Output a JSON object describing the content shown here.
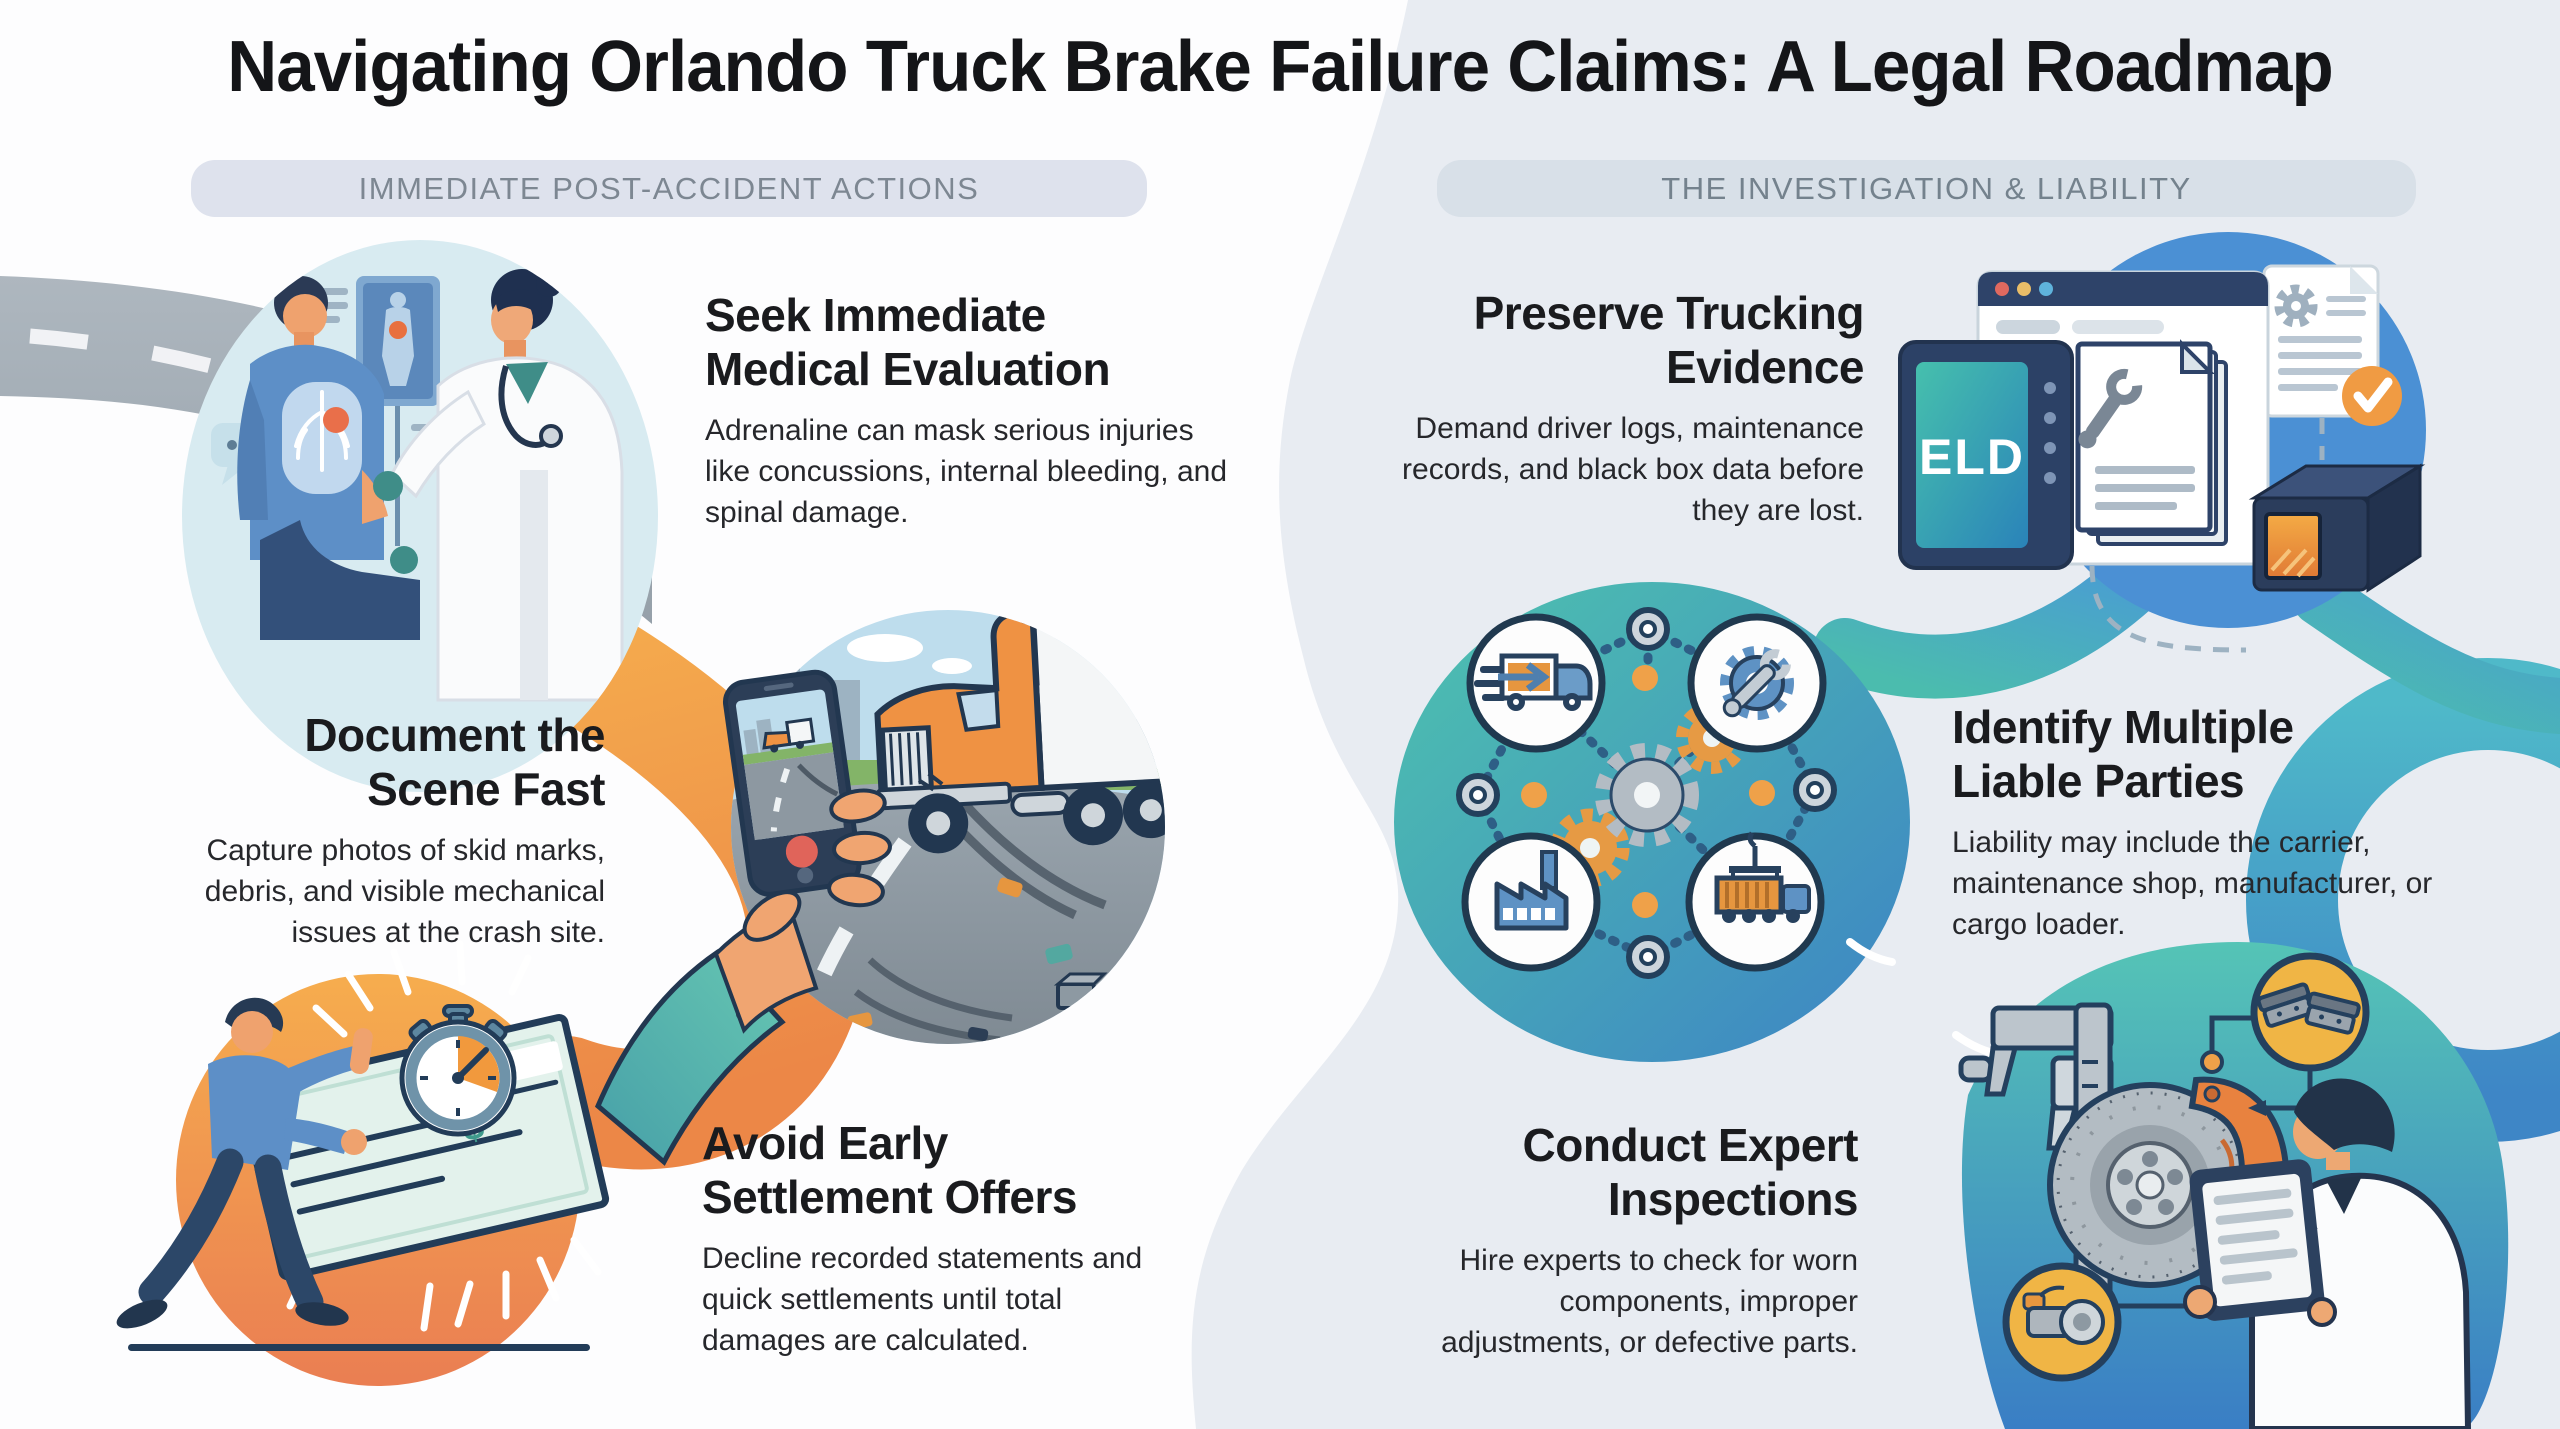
{
  "title": "Navigating Orlando Truck Brake Failure Claims: A Legal Roadmap",
  "sections": {
    "left": {
      "header": "IMMEDIATE POST-ACCIDENT ACTIONS",
      "steps": [
        {
          "line1": "Seek Immediate",
          "line2": "Medical Evaluation",
          "body": "Adrenaline can mask serious injuries like concussions, internal bleeding, and spinal damage."
        },
        {
          "line1": "Document the",
          "line2": "Scene Fast",
          "body": "Capture photos of skid marks, debris, and visible mechanical issues at the crash site."
        },
        {
          "line1": "Avoid Early",
          "line2": "Settlement Offers",
          "body": "Decline recorded statements and quick settlements until total damages are calculated."
        }
      ]
    },
    "right": {
      "header": "THE INVESTIGATION & LIABILITY",
      "steps": [
        {
          "line1": "Preserve Trucking",
          "line2": "Evidence",
          "body": "Demand driver logs, maintenance records, and black box data before they are lost."
        },
        {
          "line1": "Identify Multiple",
          "line2": "Liable Parties",
          "body": "Liability may include the carrier, maintenance shop, manufacturer, or cargo loader."
        },
        {
          "line1": "Conduct Expert",
          "line2": "Inspections",
          "body": "Hire experts to check for worn components, improper adjustments, or defective parts."
        }
      ]
    }
  },
  "illustration_labels": {
    "eld_screen": "ELD",
    "check_symbol": "$"
  },
  "icons": {
    "road-icon": "highway with lane dashes",
    "speech-bubble-icon": "chat dots",
    "anatomy-chart-icon": "body scan panel",
    "smartphone-icon": "phone photographing crash",
    "crashed-truck-icon": "jackknifed semi truck",
    "stopwatch-icon": "timer with elapsed wedge",
    "settlement-check-icon": "bank check",
    "browser-window-icon": "records window",
    "eld-device-icon": "electronic logging device",
    "gear-document-icon": "maintenance report",
    "check-badge-icon": "verified checkmark",
    "black-box-icon": "data recorder box",
    "carrier-truck-icon": "delivery truck",
    "gear-wrench-icon": "gear and wrench",
    "factory-icon": "manufacturer plant",
    "cargo-loader-icon": "crane loading container truck",
    "gears-icon": "interlocking gears",
    "caliper-tool-icon": "vernier measuring caliper",
    "brake-disc-icon": "drilled brake rotor with orange caliper",
    "brake-pads-icon": "brake pads",
    "brake-part-icon": "brake assembly part",
    "tablet-icon": "inspection checklist tablet"
  },
  "colors": {
    "accent_orange": "#ef9440",
    "accent_teal": "#45b8a8",
    "accent_blue": "#4a90d4",
    "panel_gray": "#e8ecf2",
    "band_gray": "#dee2ed",
    "heading_text": "#1a1b1e",
    "body_text": "#26272b",
    "band_text": "#7d8792",
    "outline_navy": "#23405c"
  }
}
